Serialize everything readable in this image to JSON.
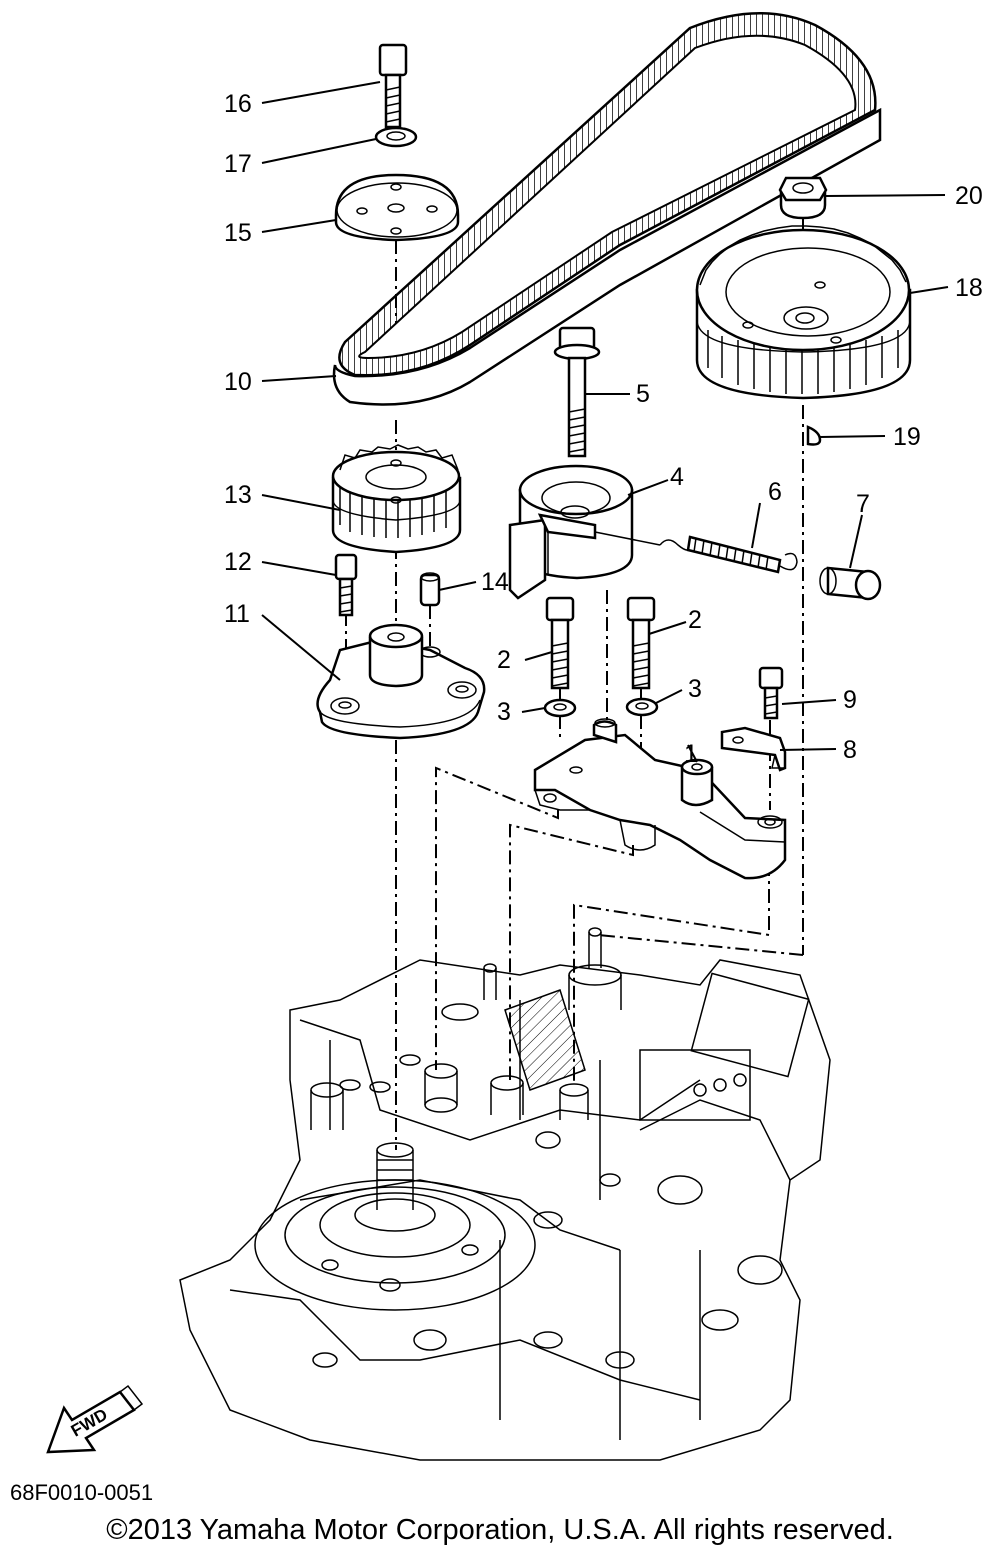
{
  "callouts": [
    "1",
    "2",
    "2",
    "3",
    "3",
    "4",
    "5",
    "6",
    "7",
    "8",
    "9",
    "10",
    "11",
    "12",
    "13",
    "14",
    "15",
    "16",
    "17",
    "18",
    "19",
    "20"
  ],
  "fwd_label": "FWD",
  "doc_code": "68F0010-0051",
  "copyright": "©2013 Yamaha Motor Corporation, U.S.A. All rights reserved."
}
